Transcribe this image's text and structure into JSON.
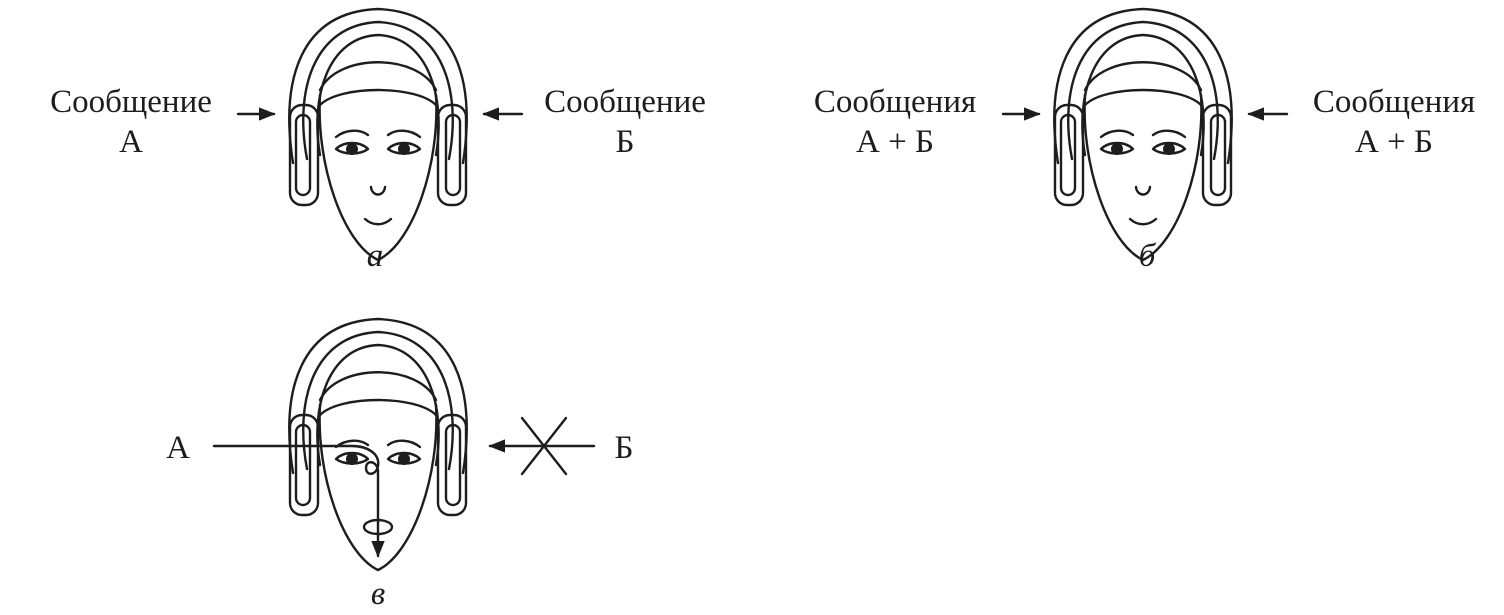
{
  "panels": {
    "a": {
      "left_label_line1": "Сообщение",
      "left_label_line2": "А",
      "right_label_line1": "Сообщение",
      "right_label_line2": "Б",
      "caption": "а"
    },
    "b": {
      "left_label_line1": "Сообщения",
      "left_label_line2": "А + Б",
      "right_label_line1": "Сообщения",
      "right_label_line2": "А + Б",
      "caption": "б"
    },
    "c": {
      "left_label": "А",
      "right_label": "Б",
      "caption": "в"
    }
  },
  "colors": {
    "ink": "#1d1d1d",
    "background": "#ffffff"
  },
  "icons": {
    "face": "head-with-headphones-icon",
    "arrow": "arrow-icon",
    "blocked": "crossed-arrow-icon"
  }
}
